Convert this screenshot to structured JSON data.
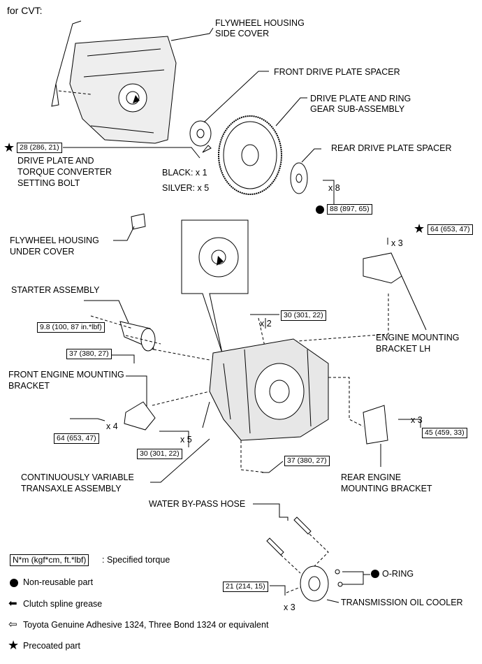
{
  "header": "for CVT:",
  "callouts": {
    "flywheel_side_cover": [
      "FLYWHEEL HOUSING",
      "SIDE COVER"
    ],
    "front_spacer": "FRONT DRIVE PLATE SPACER",
    "drive_plate": [
      "DRIVE PLATE AND RING",
      "GEAR SUB-ASSEMBLY"
    ],
    "setting_bolt": [
      "DRIVE PLATE AND",
      "TORQUE CONVERTER",
      "SETTING BOLT"
    ],
    "black_count": "BLACK: x 1",
    "silver_count": "SILVER: x 5",
    "rear_spacer": "REAR DRIVE PLATE SPACER",
    "x8": "x 8",
    "under_cover": [
      "FLYWHEEL HOUSING",
      "UNDER COVER"
    ],
    "starter": "STARTER ASSEMBLY",
    "x2": "x 2",
    "x3_lh": "x 3",
    "bracket_lh": [
      "ENGINE MOUNTING",
      "BRACKET LH"
    ],
    "front_bracket": [
      "FRONT ENGINE MOUNTING",
      "BRACKET"
    ],
    "x4": "x 4",
    "x5": "x 5",
    "x3_rear": "x 3",
    "rear_bracket": [
      "REAR ENGINE",
      "MOUNTING BRACKET"
    ],
    "cvt": [
      "CONTINUOUSLY VARIABLE",
      "TRANSAXLE ASSEMBLY"
    ],
    "hose": "WATER BY-PASS HOSE",
    "o_ring": "O-RING",
    "x3_cooler": "x 3",
    "cooler": "TRANSMISSION OIL COOLER"
  },
  "torques": {
    "setting_bolt": "28 (286, 21)",
    "rear_spacer": "88 (897, 65)",
    "bracket_lh": "64 (653, 47)",
    "starter_top": "9.8 (100, 87 in.*lbf)",
    "starter_bottom": "37 (380, 27)",
    "x2_bolt": "30 (301, 22)",
    "front_bracket": "64 (653, 47)",
    "x5_bolt": "30 (301, 22)",
    "rear_bracket": "45 (459, 33)",
    "bottom_bolt": "37 (380, 27)",
    "cooler": "21 (214, 15)"
  },
  "legend": {
    "torque_box": "N*m (kgf*cm, ft.*lbf)",
    "torque_text": ": Specified torque",
    "nonreusable": "Non-reusable part",
    "grease": "Clutch spline grease",
    "adhesive": "Toyota Genuine Adhesive 1324, Three Bond 1324 or equivalent",
    "precoated": "Precoated part"
  },
  "icons": [
    "star-icon",
    "filled-circle-icon",
    "black-arrow-icon",
    "outline-arrow-icon"
  ]
}
